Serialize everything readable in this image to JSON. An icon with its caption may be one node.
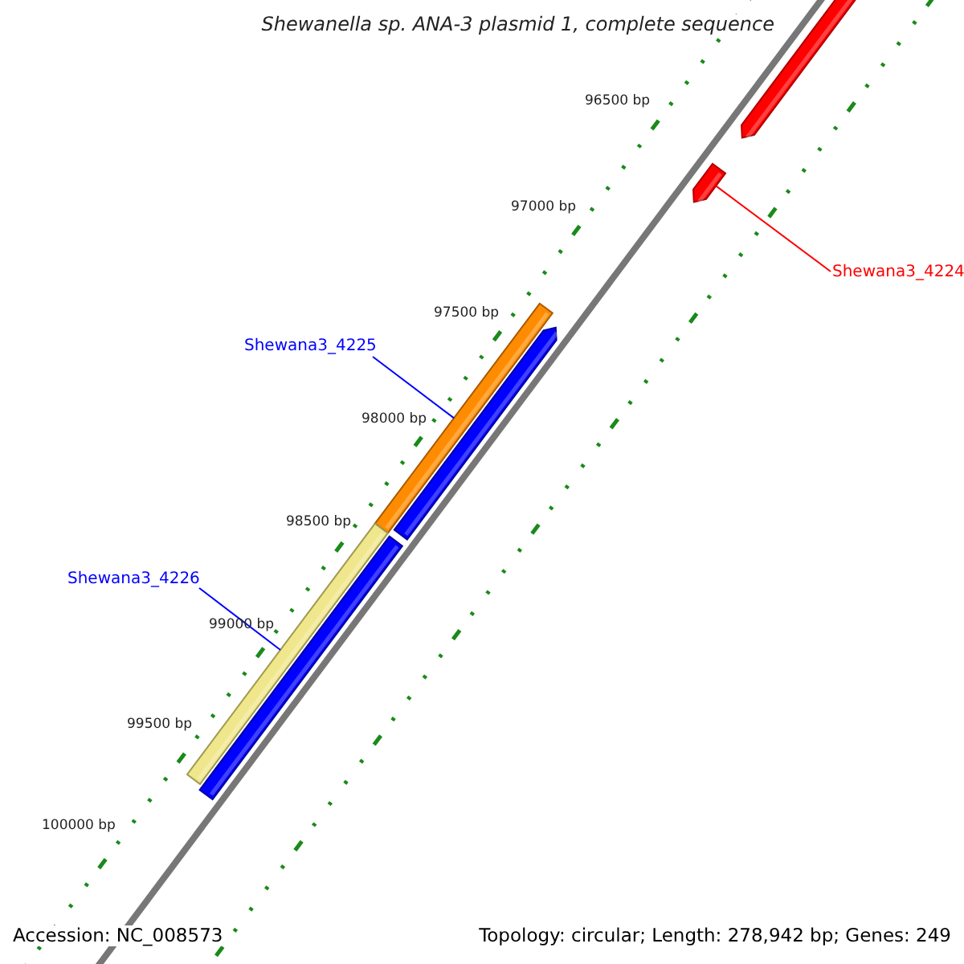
{
  "diagram": {
    "title": "Shewanella sp. ANA-3 plasmid 1, complete sequence",
    "nodes": [
      {
        "text": [
          "Shewana3_4224"
        ]
      },
      {
        "text": [
          "Shewana3_4225"
        ]
      },
      {
        "text": [
          "Shewana3_4226"
        ]
      },
      {
        "text": [],
        "shape": "bar"
      },
      {
        "text": [],
        "shape": "bar"
      },
      {
        "text": [],
        "shape": "bar"
      }
    ],
    "edges": [
      {
        "from": 0,
        "to": 3,
        "arrow": "none",
        "color": "#ff0000"
      },
      {
        "from": 1,
        "to": 4,
        "arrow": "none"
      },
      {
        "from": 2,
        "to": 5,
        "arrow": "none"
      }
    ],
    "labels": [
      "96500 bp",
      "97000 bp",
      "97500 bp",
      "98000 bp",
      "98500 bp",
      "99000 bp",
      "99500 bp",
      "100000 bp",
      "Accession: NC_008573",
      "Topology: circular; Length: 278,942 bp; Genes: 249"
    ]
  }
}
